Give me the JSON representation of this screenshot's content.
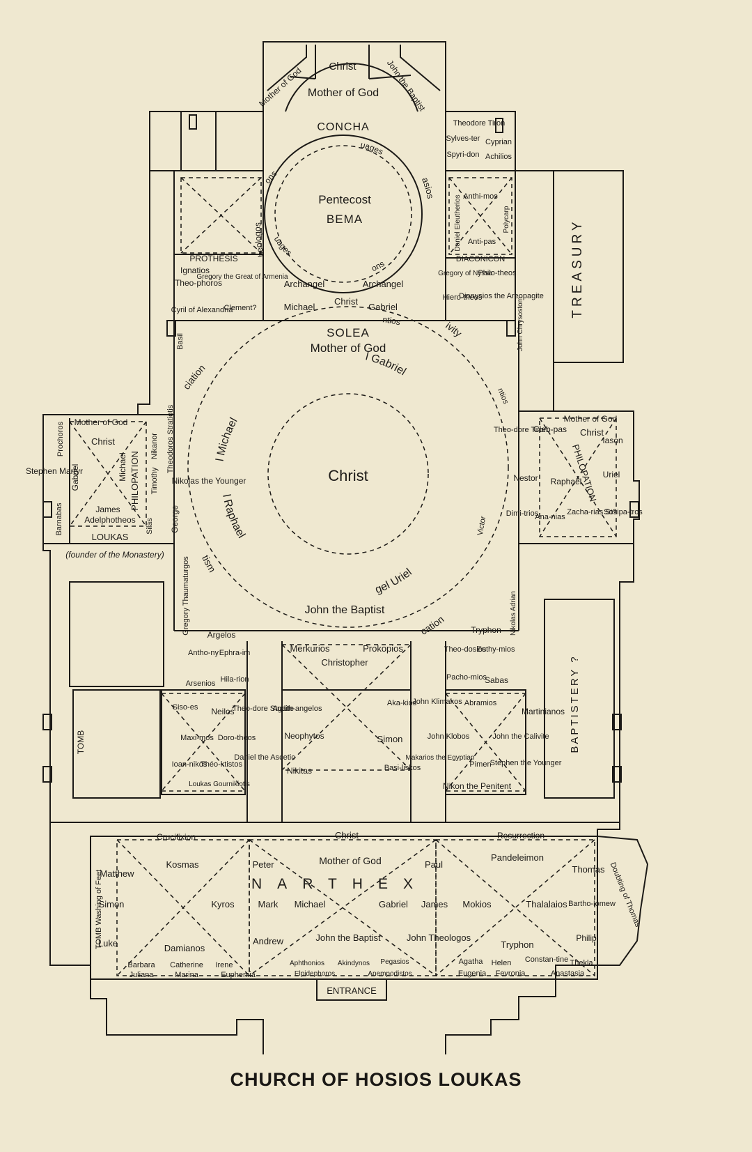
{
  "caption": "CHURCH OF HOSIOS LOUKAS",
  "colors": {
    "paper": "#efe8d0",
    "ink": "#1c1a17"
  },
  "labels": {
    "apse": {
      "christ": "Christ",
      "mother_of_god_niche": "Mother of God",
      "john_baptist_niche": "John the Baptist",
      "mother_of_god": "Mother of God",
      "concha": "CONCHA"
    },
    "bema": {
      "pentecost": "Pentecost",
      "bema": "BEMA",
      "nations_top": "Nations",
      "languages_top": "Languages",
      "athanasios": "Athanasios",
      "theologos": "Gregory Theologos",
      "languages_bottom": "Languages",
      "nations_bottom": "Nations",
      "archangel_left": "Archangel",
      "archangel_right": "Archangel",
      "michael": "Michael",
      "christ": "Christ",
      "gabriel": "Gabriel"
    },
    "prothesis": {
      "title": "PROTHESIS",
      "ignatios": "Ignatios",
      "theophoros": "Theo-phoros",
      "gregory_armenia": "Gregory the Great of Armenia",
      "cyril": "Cyril of Alexandria",
      "clement": "Clement?"
    },
    "diaconicon": {
      "title": "DIACONICON",
      "theodore_tiron": "Theodore Tiron",
      "sylvester": "Sylves-ter",
      "spyridon": "Spyri-don",
      "cyprian": "Cyprian",
      "achillios": "Achilios",
      "anthimos": "Anthi-mos",
      "daniel_eleutherios": "Daniel Eleutherios",
      "polycarp": "Polycarp",
      "antipas": "Anti-pas",
      "gregory_nyssa": "Gregory of Nyssa",
      "hierotheos": "Hiero-theos",
      "philotheos": "Philo-theos",
      "dionysios": "Dionysios the Areopagite",
      "john_chrysostom": "John Chrysostom"
    },
    "treasury": "TREASURY",
    "solea": "SOLEA",
    "solea_mother_of_god": "Mother of God",
    "dome": {
      "auxentios": "Auxentios",
      "nativity": "Nativity",
      "annunciation": "Annunciation",
      "arch_michael": "Archangel Michael",
      "arch_gabriel": "Archangel Gabriel",
      "arch_raphael": "Archangel Raphael",
      "arch_uriel": "Archangel Uriel",
      "christ": "Christ",
      "john_baptist": "John the Baptist",
      "baptism": "Baptism",
      "purification": "Purification",
      "victor": "Victor",
      "vicentios": "Vicentios",
      "basil": "Basil",
      "gregory_thaumaturgos": "Gregory Thaumaturgos"
    },
    "philopation_left": {
      "title": "PHILOPATION",
      "mother_of_god": "Mother of God",
      "christ": "Christ",
      "stephen_martyr": "Stephen Martyr",
      "prochoros": "Prochoros",
      "gabriel": "Gabriel",
      "michael": "Michael",
      "nikanor": "Nikanor",
      "timothy": "Timothy",
      "silas": "Silas",
      "theodoros": "Theodoros Stratiotis",
      "nikolas": "Nikolas the Younger",
      "james": "James",
      "adelphotheos": "Adelphotheos",
      "george": "George",
      "barnabas": "Barnabas",
      "loukas": "LOUKAS",
      "founder": "(founder of the Monastery)"
    },
    "philopation_right": {
      "title": "PHILOPATION",
      "theodore_tiron": "Theo-dore Tiron",
      "cleopas": "Cleb-pas",
      "mother_of_god": "Mother of God",
      "christ": "Christ",
      "jason": "Iason",
      "nestor": "Nestor",
      "raphael": "Raphael",
      "uriel": "Uriel",
      "dimitrios": "Dimi-trios",
      "ananias": "Ana-nias",
      "zacharias": "Zacha-rias St?",
      "sosipatros": "Sosipa-tros"
    },
    "crypt_area": {
      "argelos": "Argelos",
      "merkurios": "Merkurios",
      "prokopios": "Prokopios",
      "christopher": "Christopher",
      "anthony": "Antho-ny",
      "ephraim": "Ephra-im",
      "hilarion": "Hila-rion",
      "arsenios": "Arsenios",
      "tryphon": "Tryphon",
      "theodosios": "Theo-dosios",
      "euthymios": "Euthy-mios",
      "pachomios": "Pacho-mios",
      "sabas": "Sabas",
      "nikolas_adrian": "Nikolas Adrian"
    },
    "west_chapels": {
      "tomb": "TOMB",
      "sisoes": "Siso-es",
      "neilos": "Neilos",
      "theodore_studite": "Theo-dore Studite",
      "agathangelos": "Agath-angelos",
      "neophytos": "Neophytos",
      "maximos": "Maxi-mos",
      "dorotheos": "Doro-theos",
      "daniel_ascetic": "Daniel the Ascetic",
      "ioannikos": "Ioan-nikos",
      "theoktistos": "Théo-ktistos",
      "loukas_gourniotis": "Loukas Gournikiotis",
      "nikitas": "Nikitas",
      "akakios": "Aka-kios",
      "john_klimakos": "John Klimakos",
      "abramios": "Abramios",
      "martinianos": "Martinianos",
      "simon": "Simon",
      "john_klobos": "John Klobos",
      "john_calivite": "John the Calivite",
      "basiliskos": "Basi-liskos",
      "makarios": "Makarios the Egyptian",
      "pimen": "Pimen",
      "stephen_younger": "Stephen the Younger",
      "nikon": "Nikon the Penitent",
      "baptistery": "BAPTISTERY ?"
    },
    "narthex": {
      "title": "NARTHEX",
      "christ": "Christ",
      "crucifixion": "Crucifixion",
      "resurrection": "Resurrection",
      "matthew": "Matthew",
      "simon": "Simon",
      "luke": "Luke",
      "kosmas": "Kosmas",
      "peter": "Peter",
      "kyros": "Kyros",
      "mark": "Mark",
      "mother_of_god": "Mother of God",
      "michael": "Michael",
      "gabriel": "Gabriel",
      "paul": "Paul",
      "james": "James",
      "mokios": "Mokios",
      "pandeleimon": "Pandeleimon",
      "thomas": "Thomas",
      "thalalaios": "Thalalaios",
      "bartholomew": "Bartho-lomew",
      "doubting_thomas": "Doubting of Thomas",
      "philip": "Philip",
      "damianos": "Damianos",
      "andrew": "Andrew",
      "john_baptist": "John the Baptist",
      "john_theologos": "John Theologos",
      "tryphon": "Tryphon",
      "barbara": "Barbara",
      "juliana": "Juliana",
      "catherine": "Catherine",
      "marina": "Marina",
      "irene": "Irene",
      "euphemia": "Euphemia",
      "aphthonios": "Aphthonios",
      "elpidephoros": "Elpidephoros",
      "akindynos": "Akindynos",
      "pegasios": "Pegasios",
      "anempodistos": "Anempodistos",
      "agatha": "Agatha",
      "helen": "Helen",
      "eugenia": "Eugenia",
      "fevronia": "Fevronia",
      "constantine": "Constan-tine",
      "thekla": "Thekla",
      "anastasia": "Anastasia",
      "tomb_washing": "TOMB Washing of Feet",
      "entrance": "ENTRANCE"
    }
  }
}
